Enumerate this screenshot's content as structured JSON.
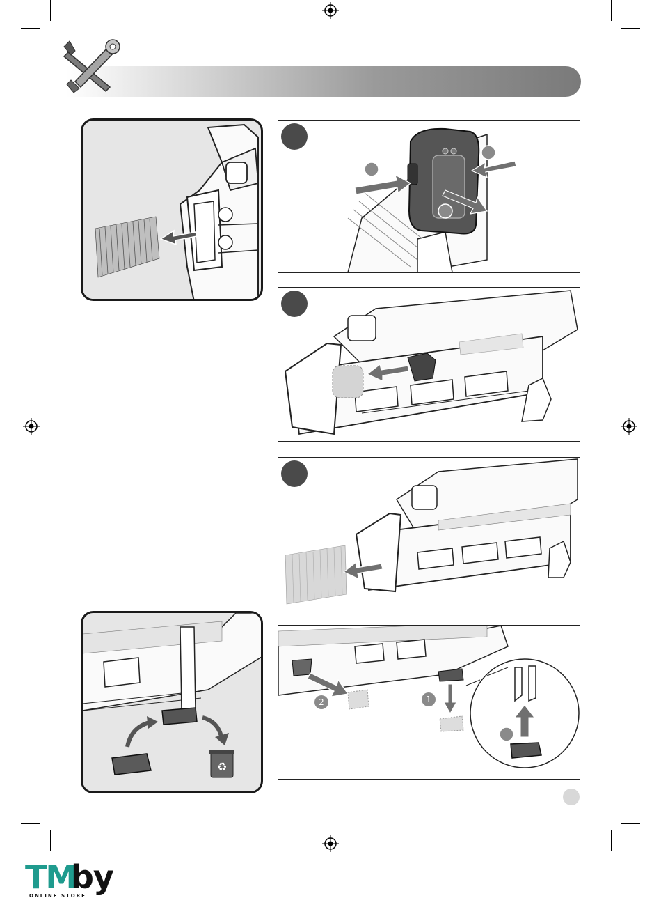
{
  "logo": {
    "brand_tm": "TM",
    "brand_by": "by",
    "tagline": "ONLINE STORE"
  },
  "callouts": {
    "one": "1",
    "two": "2"
  },
  "colors": {
    "header_dark": "#7a7a7a",
    "logo_teal": "#1f9b8e",
    "tab_dark": "#4a4a4a"
  },
  "icons": [
    "crop-mark-icon",
    "registration-mark-icon",
    "tools-icon",
    "recycle-bin-icon",
    "arrow-icon"
  ]
}
